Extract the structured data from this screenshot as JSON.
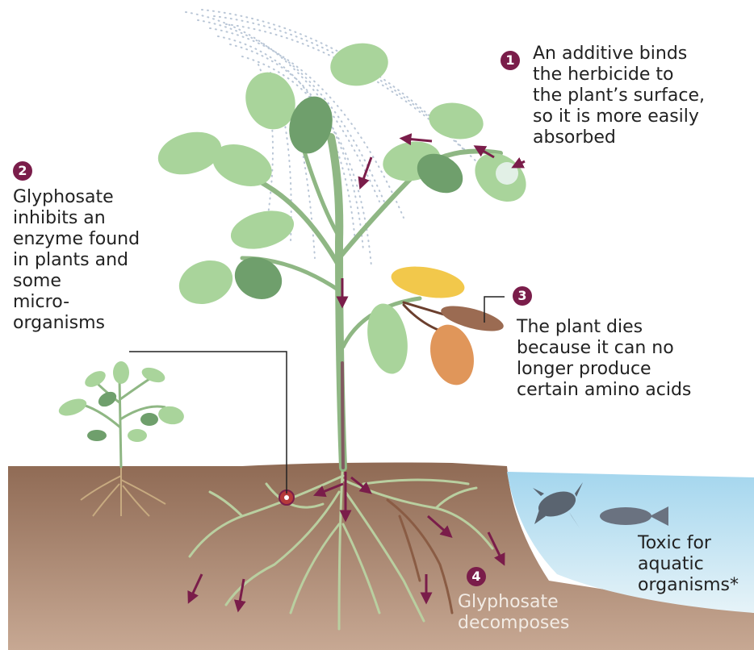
{
  "steps": [
    {
      "number": "1",
      "text": "An additive binds\nthe herbicide to\nthe plant’s surface,\nso it is more easily\nabsorbed"
    },
    {
      "number": "2",
      "text": "Glyphosate\ninhibits an\nenzyme found\nin plants and\nsome\nmicro-\norganisms"
    },
    {
      "number": "3",
      "text": "The plant dies\nbecause it can no\nlonger produce\ncertain amino acids"
    },
    {
      "number": "4",
      "text": "Glyphosate\ndecomposes"
    }
  ],
  "aquatic_label": "Toxic for\naquatic\norganisms*",
  "colors": {
    "accent": "#7a1d4a",
    "leaf_light": "#a9d49b",
    "leaf_dark": "#6f9f6c",
    "stem": "#8fb784",
    "soil": "#a7826a",
    "water": "#a7d6ec",
    "dead_leaf": "#9b6b52",
    "yellow_leaf": "#f2c84b",
    "orange_leaf": "#e0965a"
  },
  "icons": [
    "spray-dots-icon",
    "arrow-icon",
    "frog-icon",
    "fish-icon"
  ]
}
